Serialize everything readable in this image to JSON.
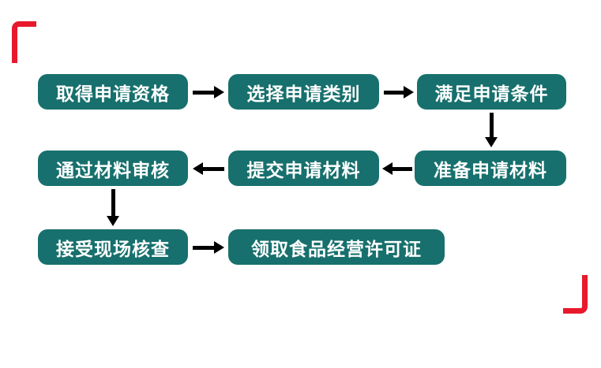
{
  "diagram": {
    "type": "flowchart",
    "nodes": [
      {
        "label": "取得申请资格"
      },
      {
        "label": "选择申请类别"
      },
      {
        "label": "满足申请条件"
      },
      {
        "label": "通过材料审核"
      },
      {
        "label": "提交申请材料"
      },
      {
        "label": "准备申请材料"
      },
      {
        "label": "接受现场核查"
      },
      {
        "label": "领取食品经营许可证"
      }
    ],
    "arrows": [
      {
        "from": "取得申请资格",
        "to": "选择申请类别",
        "direction": "right"
      },
      {
        "from": "选择申请类别",
        "to": "满足申请条件",
        "direction": "right"
      },
      {
        "from": "满足申请条件",
        "to": "准备申请材料",
        "direction": "down"
      },
      {
        "from": "准备申请材料",
        "to": "提交申请材料",
        "direction": "left"
      },
      {
        "from": "提交申请材料",
        "to": "通过材料审核",
        "direction": "left"
      },
      {
        "from": "通过材料审核",
        "to": "接受现场核查",
        "direction": "down"
      },
      {
        "from": "接受现场核查",
        "to": "领取食品经营许可证",
        "direction": "right"
      }
    ],
    "colors": {
      "node_fill": "#17706d",
      "node_text": "#ffffff",
      "arrow": "#000000",
      "bracket": "#e8192c",
      "background": "#ffffff"
    }
  }
}
